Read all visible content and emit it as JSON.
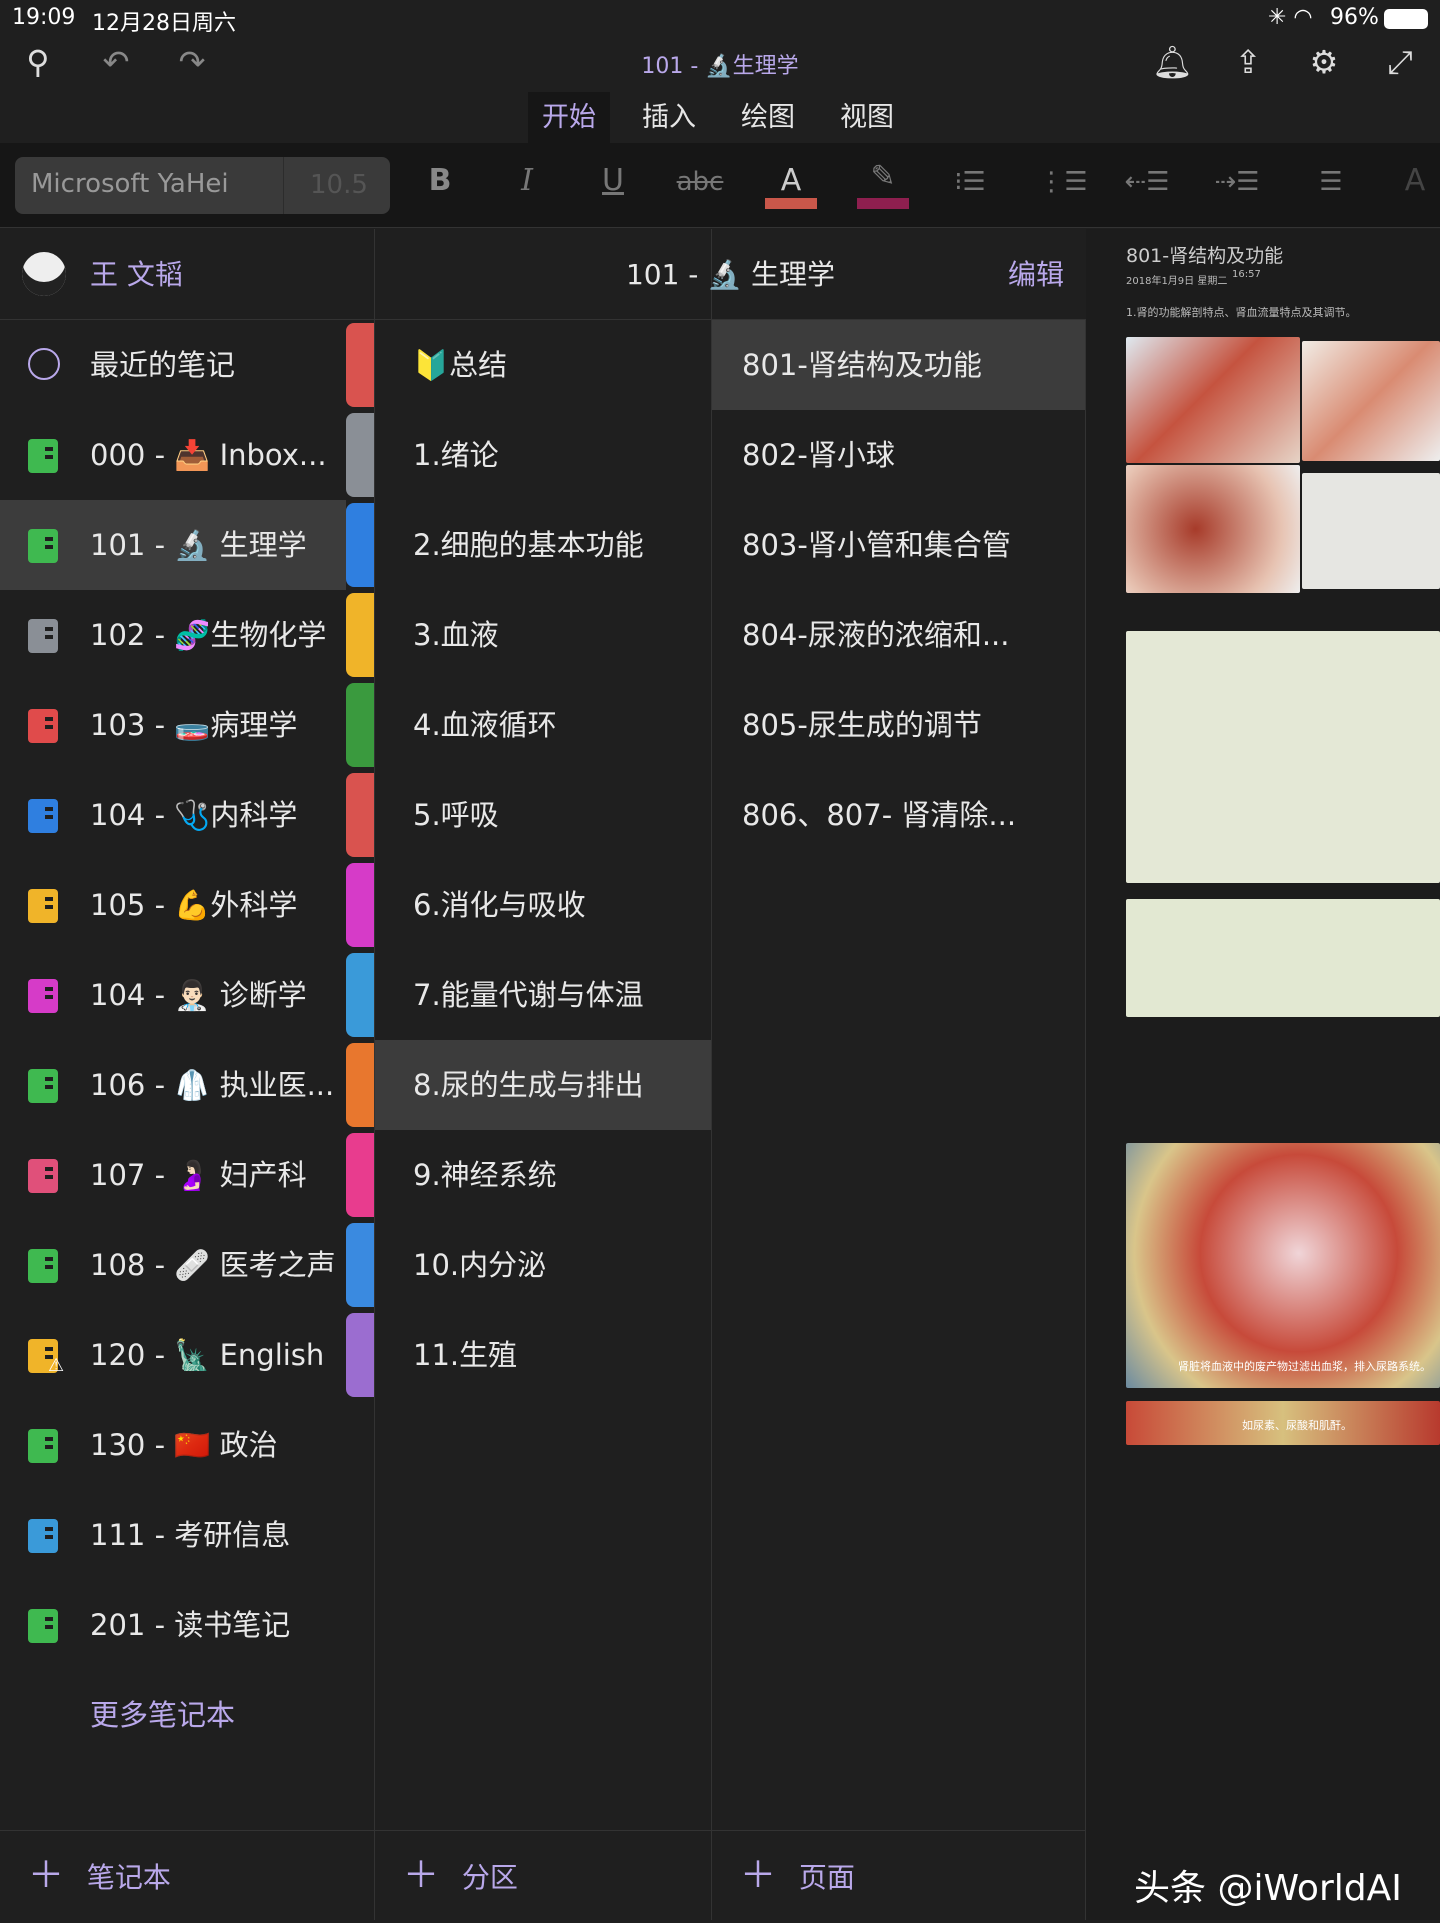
{
  "status": {
    "time": "19:09",
    "date": "12月28日周六",
    "battery": "96%"
  },
  "toolbar": {
    "title": "101 - 🔬生理学",
    "icons": [
      "search-icon",
      "undo-icon",
      "redo-icon",
      "bell-icon",
      "share-icon",
      "gear-icon",
      "expand-icon"
    ]
  },
  "tabs": [
    "开始",
    "插入",
    "绘图",
    "视图"
  ],
  "ribbon": {
    "font": "Microsoft YaHei",
    "size": "10.5",
    "bold": "B",
    "italic": "I",
    "underline": "U",
    "strike": "abc",
    "font_color": "A",
    "font_color_hex": "#c9574a",
    "highlight_hex": "#8e1f4f"
  },
  "user": {
    "name": "王 文韬"
  },
  "section_header": {
    "title": "101 - 🔬 生理学",
    "edit": "编辑"
  },
  "notebooks": [
    {
      "label": "最近的笔记",
      "tab": "#d9534f"
    },
    {
      "label": "000 - 📥 Inbox...",
      "icon": "#3fb950",
      "tab": "#8a8f96"
    },
    {
      "label": "101 - 🔬 生理学",
      "icon": "#3fb950",
      "tab": "#2f7fe0",
      "selected": true
    },
    {
      "label": "102 - 🧬生物化学",
      "icon": "#8a8f96",
      "tab": "#f0b429"
    },
    {
      "label": "103 - 🧫病理学",
      "icon": "#e04b4b",
      "tab": "#3a9a3e"
    },
    {
      "label": "104 - 🩺内科学",
      "icon": "#2f7fe0",
      "tab": "#d9534f"
    },
    {
      "label": "105 - 💪外科学",
      "icon": "#f0b429",
      "tab": "#d63bc8"
    },
    {
      "label": "104 - 👨🏻‍⚕️ 诊断学",
      "icon": "#d63bc8",
      "tab": "#3a9ad9"
    },
    {
      "label": "106 - 🥼 执业医...",
      "icon": "#3fb950",
      "tab": "#e8772e"
    },
    {
      "label": "107 - 🤰🏻 妇产科",
      "icon": "#e0507a",
      "tab": "#e83c8e"
    },
    {
      "label": "108 - 🩹 医考之声",
      "icon": "#3fb950",
      "tab": "#3a8ae0"
    },
    {
      "label": "120 - 🗽 English",
      "icon": "#f0b429",
      "tab": "#9b6dd0"
    },
    {
      "label": "130 - 🇨🇳 政治",
      "icon": "#3fb950"
    },
    {
      "label": "111 - 考研信息",
      "icon": "#3a9ad9"
    },
    {
      "label": "201 - 读书笔记",
      "icon": "#3fb950"
    },
    {
      "label": "更多笔记本"
    }
  ],
  "sections": [
    "🔰总结",
    "1.绪论",
    "2.细胞的基本功能",
    "3.血液",
    "4.血液循环",
    "5.呼吸",
    "6.消化与吸收",
    "7.能量代谢与体温",
    "8.尿的生成与排出",
    "9.神经系统",
    "10.内分泌",
    "11.生殖"
  ],
  "selected_section": 8,
  "pages": [
    "801-肾结构及功能",
    "802-肾小球",
    "803-肾小管和集合管",
    "804-尿液的浓缩和...",
    "805-尿生成的调节",
    "806、807- 肾清除..."
  ],
  "bottom": {
    "notebook": "笔记本",
    "section": "分区",
    "page": "页面"
  },
  "preview": {
    "title": "801-肾结构及功能",
    "date": "2018年1月9日 星期二",
    "time": "16:57",
    "line1": "1.肾的功能解剖特点、肾血流量特点及其调节。",
    "caption1": "肾脏将血液中的废产物过滤出血浆，排入尿路系统。",
    "caption2": "如尿素、尿酸和肌酐。"
  },
  "watermark": "头条 @iWorldAI"
}
